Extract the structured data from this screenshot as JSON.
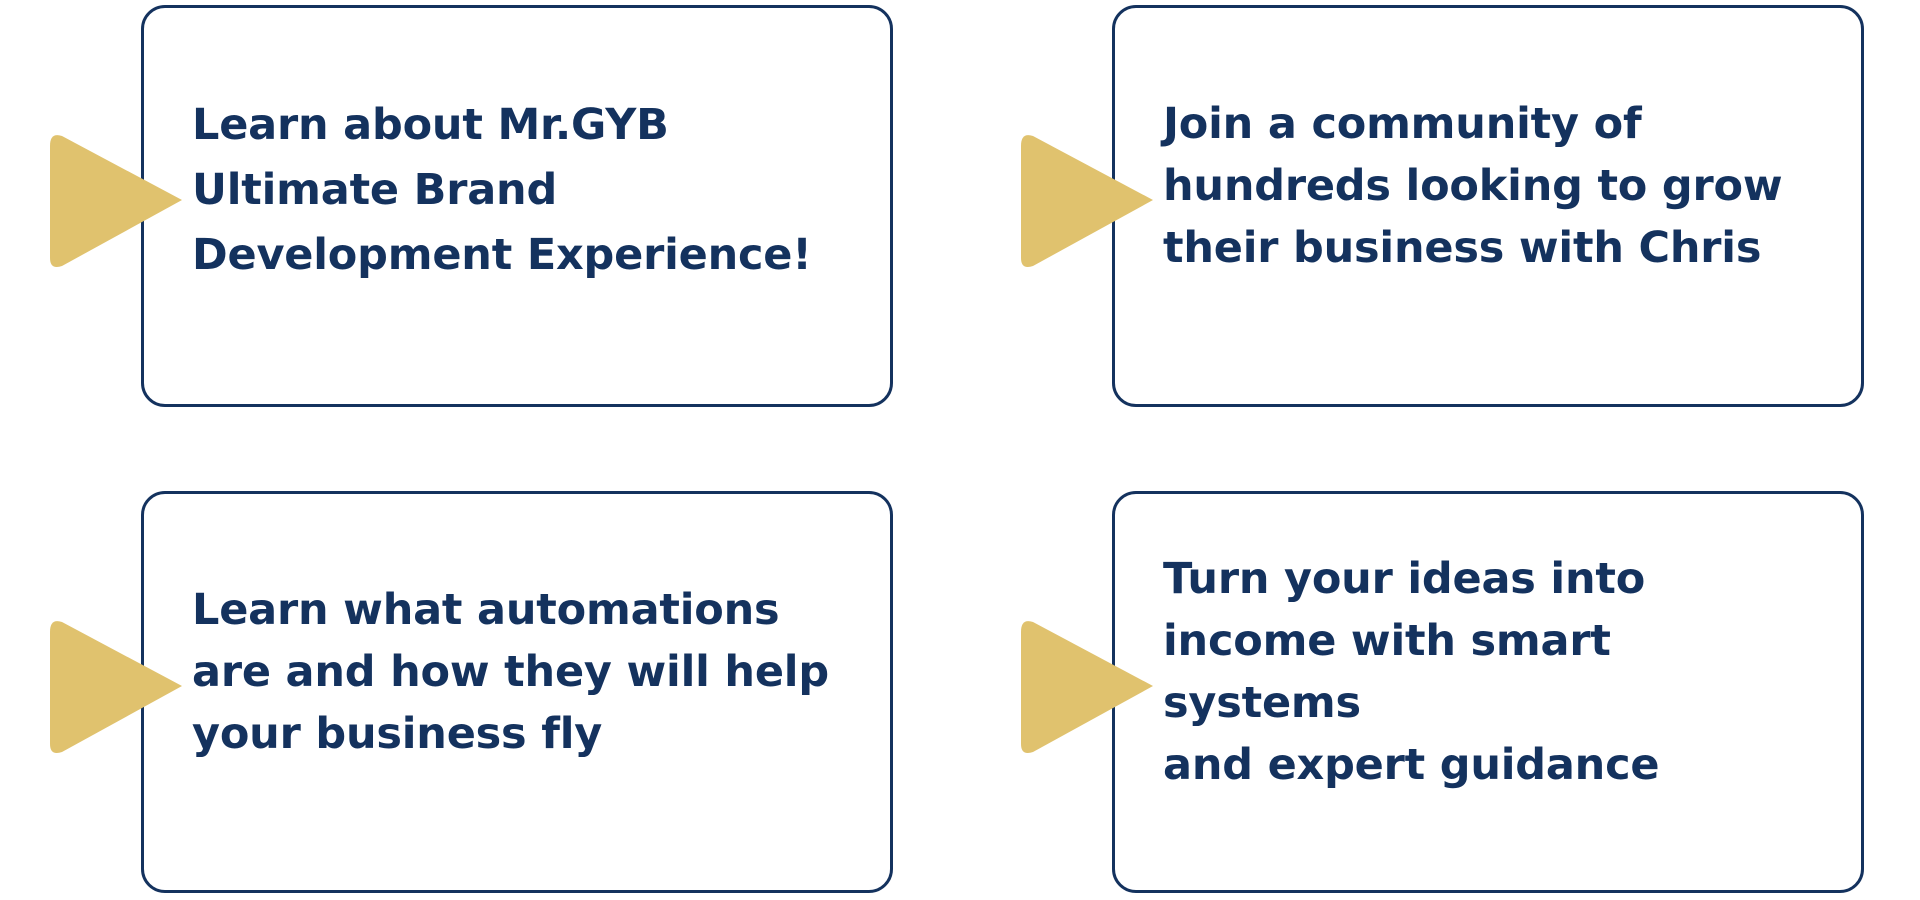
{
  "colors": {
    "primary": "#14325e",
    "accent": "#e0c26e",
    "background": "#ffffff"
  },
  "cards": [
    {
      "text": "Learn about Mr.GYB\nUltimate Brand\nDevelopment Experience!",
      "icon": "play-arrow-icon"
    },
    {
      "text": "Join a community of\nhundreds looking to grow\ntheir business with Chris",
      "icon": "play-arrow-icon"
    },
    {
      "text": "Learn what automations\nare and how they will help\nyour business fly",
      "icon": "play-arrow-icon"
    },
    {
      "text": "Turn your ideas into\nincome with smart systems\nand expert guidance",
      "icon": "play-arrow-icon"
    }
  ]
}
